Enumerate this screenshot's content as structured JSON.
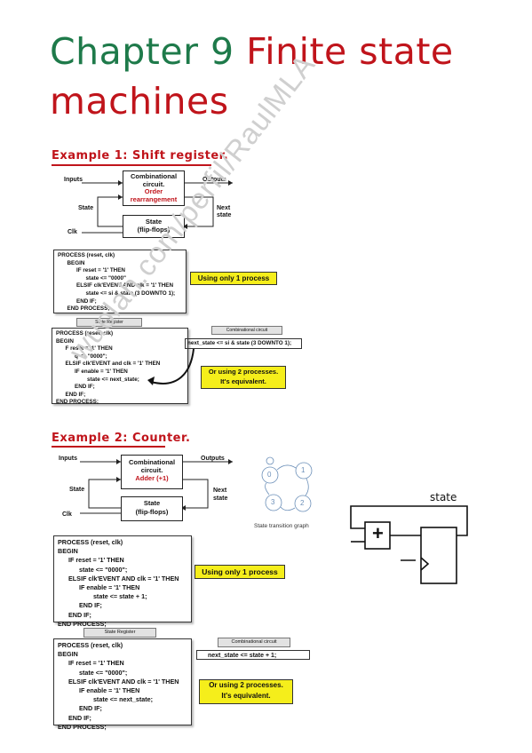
{
  "title": {
    "part1": "Chapter 9",
    "part2": "Finite state machines"
  },
  "example1": {
    "heading": "Example 1: Shift register.",
    "diagram": {
      "inputs": "Inputs",
      "outputs": "Outputs",
      "comb_line1": "Combinational",
      "comb_line2": "circuit.",
      "comb_red1": "Order",
      "comb_red2": "rearrangement",
      "state_label": "State",
      "next_state_label": "Next\nstate",
      "state_box": "State\n(flip-flops)",
      "clk": "Clk"
    },
    "code_one_process": "PROCESS (reset, clk)\n      BEGIN\n            IF reset = '1' THEN\n                  state <= \"0000\"\n            ELSIF clk'EVENT AND clk = '1' THEN\n                  state <= si & state (3 DOWNTO 1);\n            END IF;\n      END PROCESS;",
    "note_one_process": "Using only 1 process",
    "state_register_tag": "State Register",
    "comb_circuit_tag": "Combinational circuit",
    "code_two_process": "PROCESS (reset, clk)\nBEGIN\n      F reset = '1' THEN\n            q <= \"0000\";\n      ELSIF clk'EVENT and clk = '1' THEN\n            IF enable = '1' THEN\n                    state <= next_state;\n            END IF;\n      END IF;\nEND PROCESS;",
    "next_state_code": "next_state <= si & state (3 DOWNTO 1);",
    "note_two_process": "Or using 2 processes.\nIt's equivalent."
  },
  "example2": {
    "heading": "Example 2: Counter.",
    "diagram": {
      "inputs": "Inputs",
      "outputs": "Outputs",
      "comb_line1": "Combinational",
      "comb_line2": "circuit.",
      "comb_red": "Adder (+1)",
      "state_label": "State",
      "next_state_label": "Next\nstate",
      "state_box": "State\n(flip-flops)",
      "clk": "Clk"
    },
    "graph_caption": "State transition graph",
    "graph_nodes": [
      "0",
      "1",
      "2",
      "3"
    ],
    "sketch_label": "state",
    "sketch_plus": "+",
    "code_one_process": "PROCESS (reset, clk)\nBEGIN\n      IF reset = '1' THEN\n            state <= \"0000\";\n      ELSIF clk'EVENT AND clk = '1' THEN\n            IF enable = '1' THEN\n                    state <= state + 1;\n            END IF;\n      END IF;\nEND PROCESS;",
    "note_one_process": "Using only 1 process",
    "state_register_tag": "State Register",
    "comb_circuit_tag": "Combinational circuit",
    "code_two_process": "PROCESS (reset, clk)\nBEGIN\n      IF reset = '1' THEN\n            state <= \"0000\";\n      ELSIF clk'EVENT AND clk = '1' THEN\n            IF enable = '1' THEN\n                    state <= next_state;\n            END IF;\n      END IF;\nEND PROCESS;",
    "next_state_code": "next_state <= state + 1;",
    "note_two_process": "Or using 2 processes.\nIt's equivalent."
  },
  "watermark": "wuolah.com/perfil/RaulMLA",
  "colors": {
    "green": "#1e7a4a",
    "red": "#c0141b",
    "highlight": "#f5ee1b"
  }
}
